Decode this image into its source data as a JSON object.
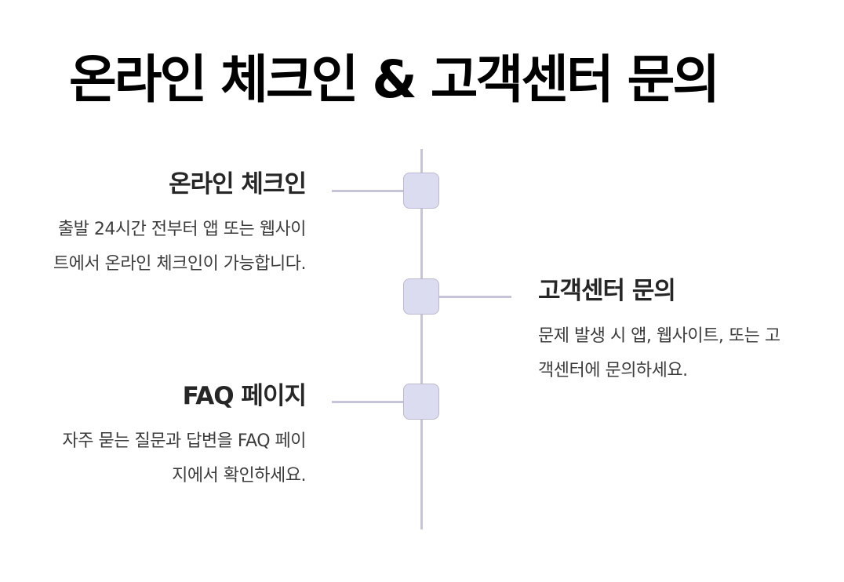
{
  "page": {
    "title": "온라인 체크인 & 고객센터 문의"
  },
  "timeline": {
    "accent_color": "#c6c4d8",
    "node_fill": "#dcdcf0",
    "entries": [
      {
        "title": "온라인 체크인",
        "description": "출발 24시간 전부터 앱 또는 웹사이트에서 온라인 체크인이 가능합니다."
      },
      {
        "title": "고객센터 문의",
        "description": "문제 발생 시 앱, 웹사이트, 또는 고객센터에 문의하세요."
      },
      {
        "title": "FAQ 페이지",
        "description": "자주 묻는 질문과 답변을 FAQ 페이지에서 확인하세요."
      }
    ]
  }
}
